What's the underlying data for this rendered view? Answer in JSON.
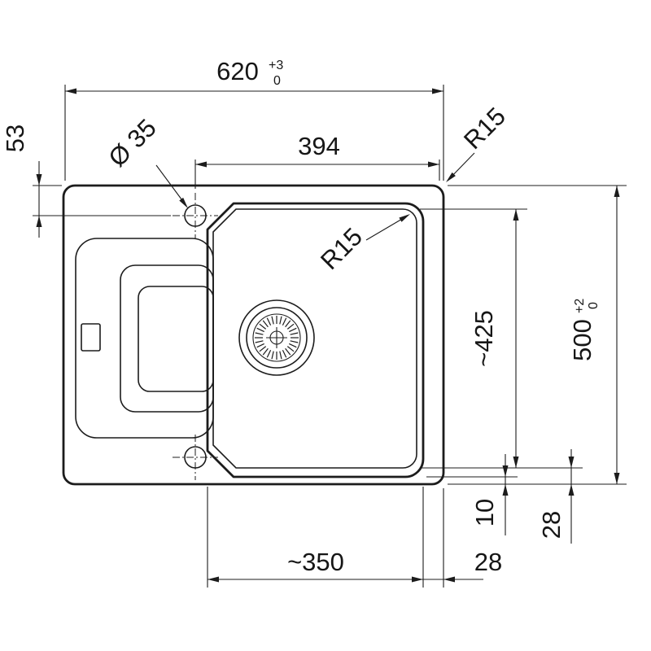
{
  "drawing": {
    "background": "#ffffff",
    "line_color": "#1c1c1c",
    "units": "mm",
    "subject": "sink-top-view-dimensioned-drawing",
    "labels": {
      "overall_width": "620",
      "overall_width_tol_up": "+3",
      "overall_width_tol_low": "0",
      "top_inner_width": "394",
      "tap_hole_diameter": "Ø 35",
      "tap_hole_offset": "53",
      "outer_corner_radius": "R15",
      "bowl_corner_radius": "R15",
      "bowl_length": "~425",
      "overall_depth": "500",
      "overall_depth_tol_up": "+2",
      "overall_depth_tol_low": "0",
      "rim_to_edge": "10",
      "bowl_to_edge_bottom": "28",
      "bowl_width": "~350",
      "bowl_to_edge_right": "28"
    }
  }
}
